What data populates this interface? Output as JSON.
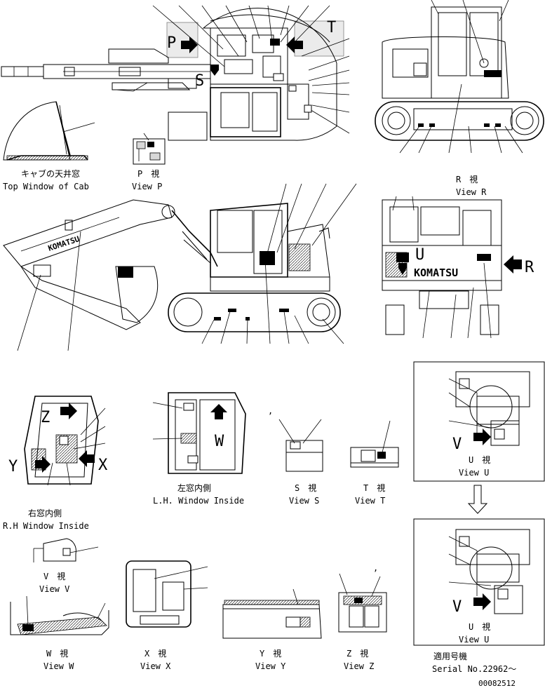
{
  "captions": {
    "top_window_jp": "キャブの天井窓",
    "top_window_en": "Top Window of Cab",
    "view_p_jp": "P　視",
    "view_p_en": "View P",
    "view_r_jp": "R　視",
    "view_r_en": "View R",
    "view_u1_jp": "U　視",
    "view_u1_en": "View U",
    "view_u2_jp": "U　視",
    "view_u2_en": "View U",
    "lh_window_jp": "左窓内側",
    "lh_window_en": "L.H. Window Inside",
    "rh_window_jp": "右窓内側",
    "rh_window_en": "R.H  Window Inside",
    "view_s_jp": "S　視",
    "view_s_en": "View S",
    "view_t_jp": "T　視",
    "view_t_en": "View T",
    "view_v_jp": "V　視",
    "view_v_en": "View V",
    "view_w_jp": "W　視",
    "view_w_en": "View W",
    "view_x_jp": "X　視",
    "view_x_en": "View X",
    "view_y_jp": "Y　視",
    "view_y_en": "View Y",
    "view_z_jp": "Z　視",
    "view_z_en": "View Z",
    "serial_jp": "適用号機",
    "serial_en": "Serial No.22962～",
    "drawing_no": "00082512"
  },
  "view_letters": {
    "p": "P",
    "s": "S",
    "t": "T",
    "r": "R",
    "u": "U",
    "v1": "V",
    "v2": "V",
    "w": "W",
    "x": "X",
    "y": "Y",
    "z": "Z"
  },
  "brand": "KOMATSU",
  "callout_marks": {
    "s_view": ",",
    "z_view": ","
  }
}
